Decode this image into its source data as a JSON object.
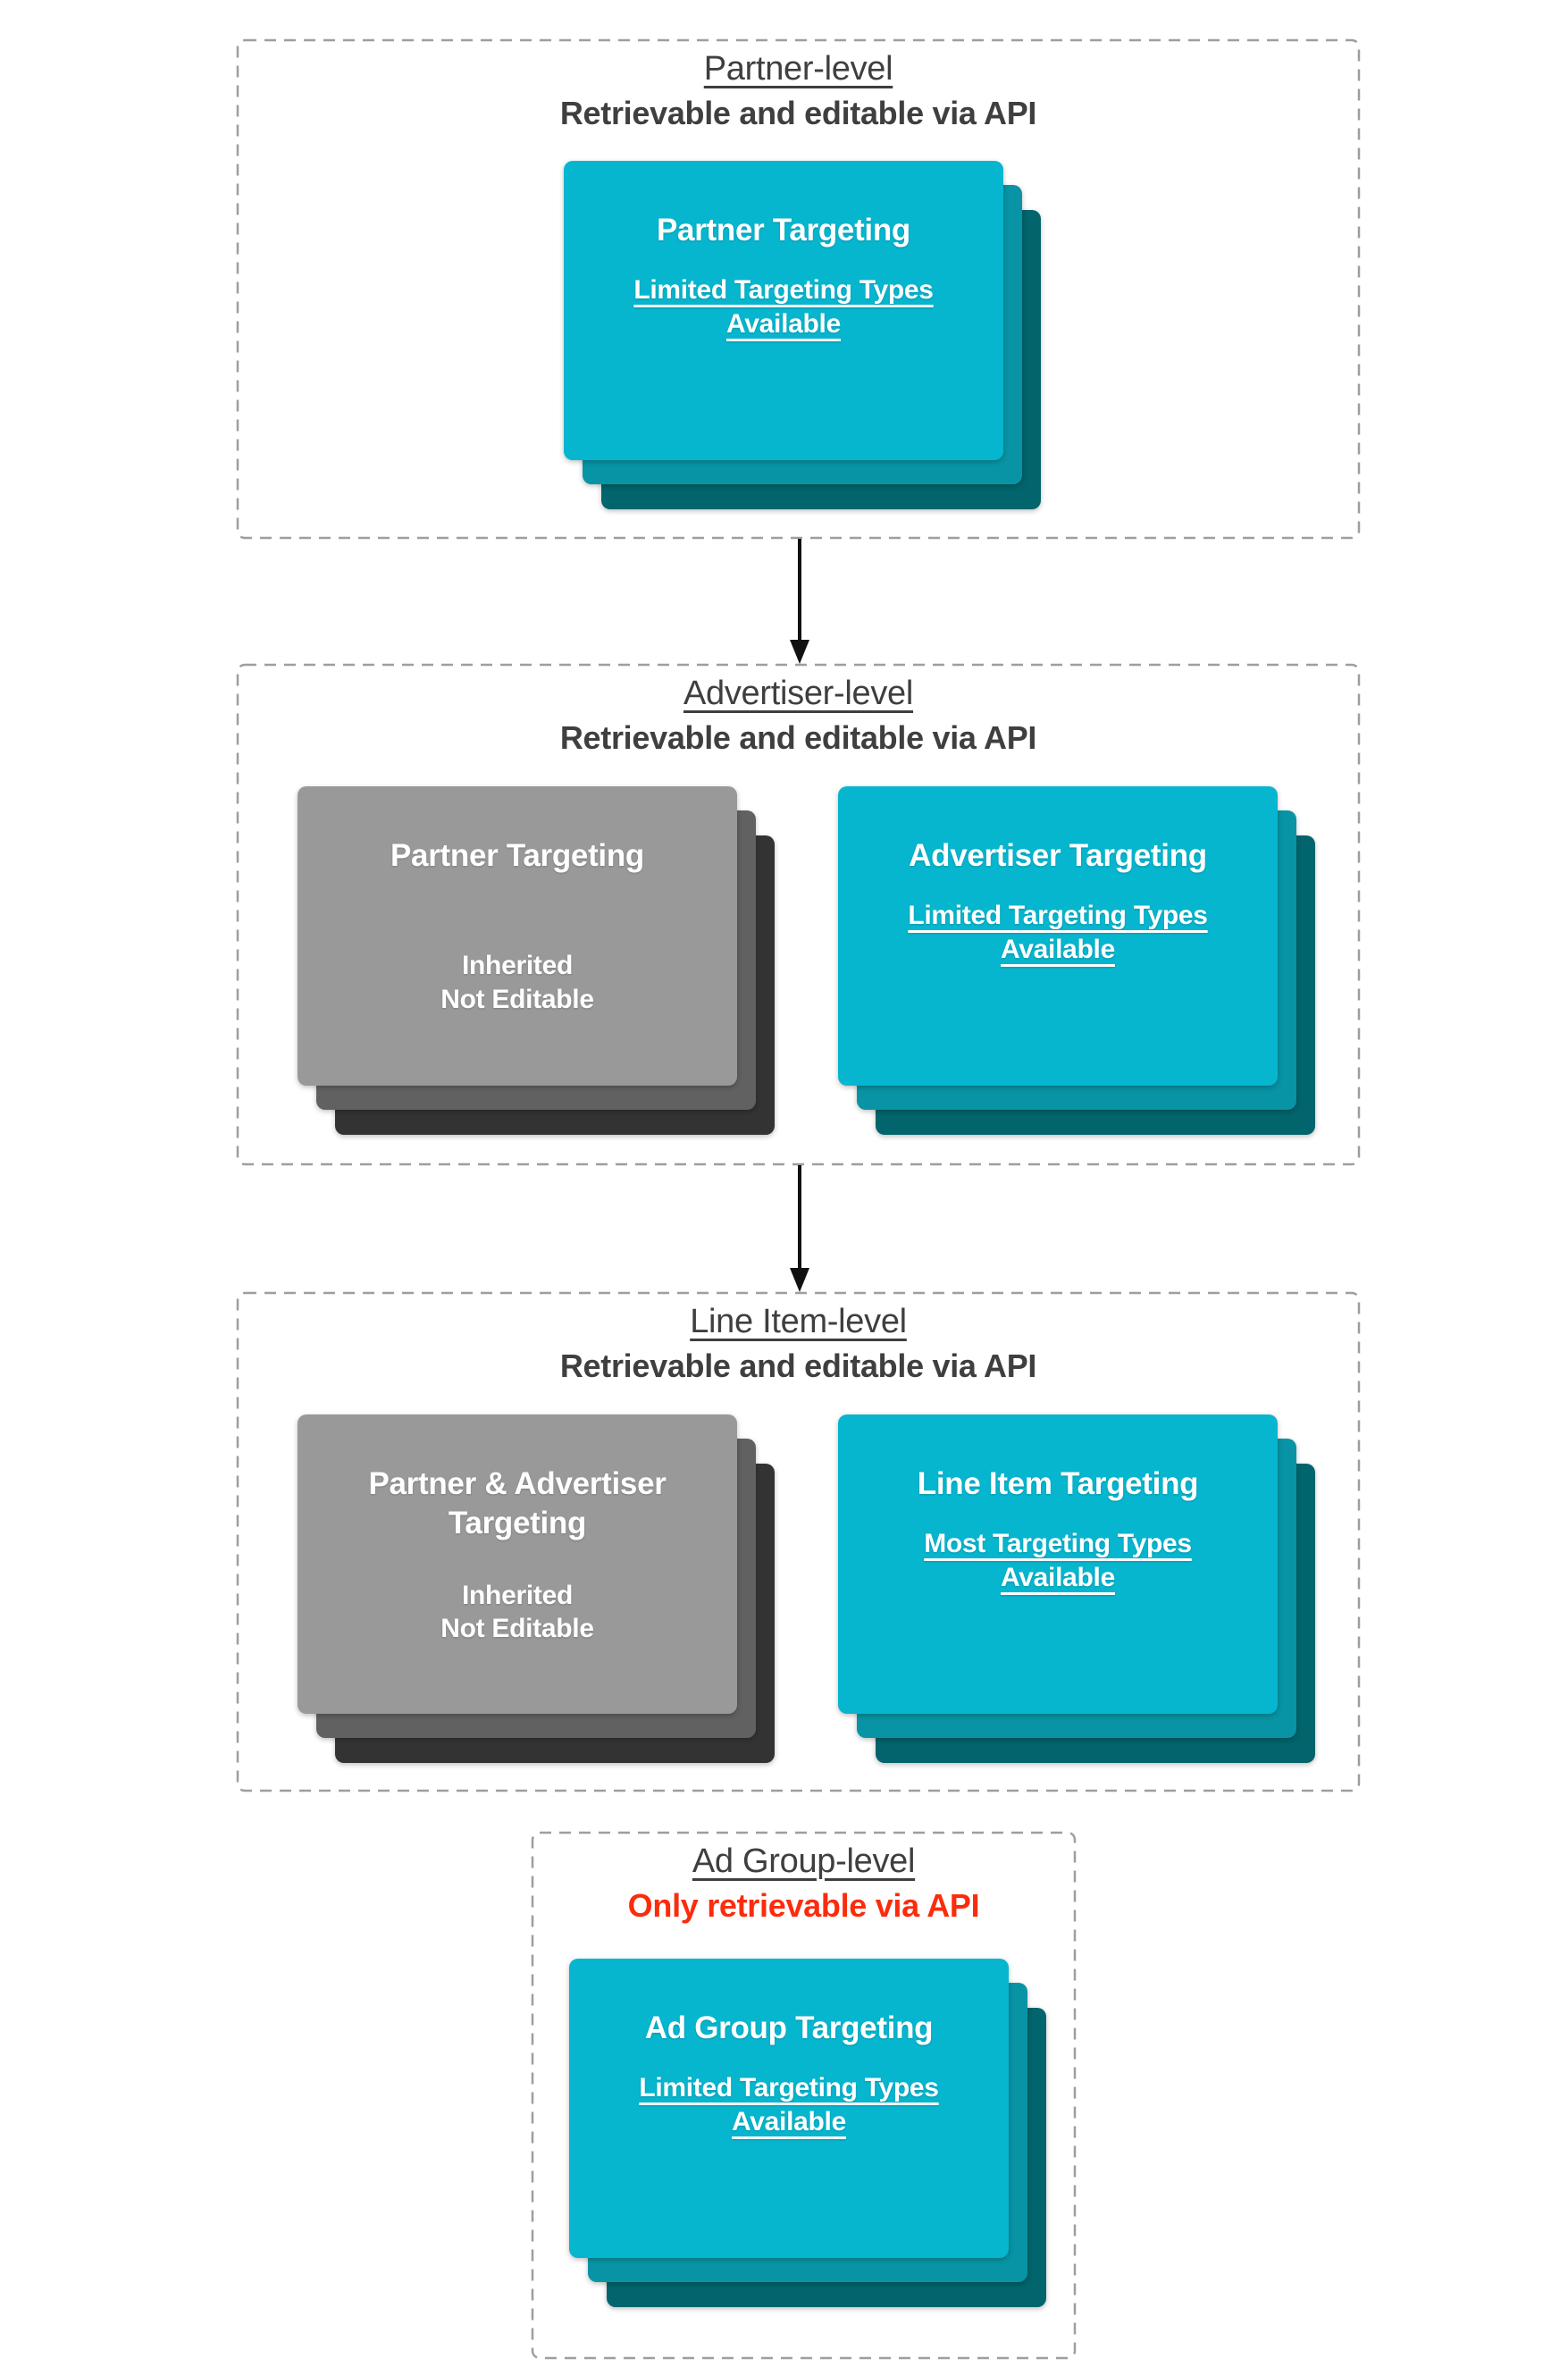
{
  "colors": {
    "heading": "#3f3f3f",
    "red": "#fb2c0c",
    "border": "#9e9e9e",
    "arrow": "#111111",
    "cyan_front": "#06b6cf",
    "cyan_mid": "#0894a5",
    "cyan_back": "#02646c",
    "gray_front": "#999999",
    "gray_mid": "#616161",
    "gray_back": "#333333",
    "card_text": "#ffffff"
  },
  "sections": [
    {
      "title": "Partner-level",
      "subtitle": "Retrievable and editable via API",
      "cards": [
        {
          "title": "Partner Targeting",
          "body": [
            "Limited Targeting Types",
            "Available"
          ]
        }
      ]
    },
    {
      "title": "Advertiser-level",
      "subtitle": "Retrievable and editable via API",
      "cards": [
        {
          "title": "Partner Targeting",
          "body": [
            "Inherited",
            "Not Editable"
          ]
        },
        {
          "title": "Advertiser Targeting",
          "body": [
            "Limited Targeting Types",
            "Available"
          ]
        }
      ]
    },
    {
      "title": "Line Item-level",
      "subtitle": "Retrievable and editable via API",
      "cards": [
        {
          "title": "Partner & Advertiser",
          "title2": "Targeting",
          "body": [
            "Inherited",
            "Not Editable"
          ]
        },
        {
          "title": "Line Item Targeting",
          "body": [
            "Most Targeting Types",
            "Available"
          ]
        }
      ]
    },
    {
      "title": "Ad Group-level",
      "subtitle": "Only retrievable via API",
      "cards": [
        {
          "title": "Ad Group Targeting",
          "body": [
            "Limited Targeting Types",
            "Available"
          ]
        }
      ]
    }
  ]
}
